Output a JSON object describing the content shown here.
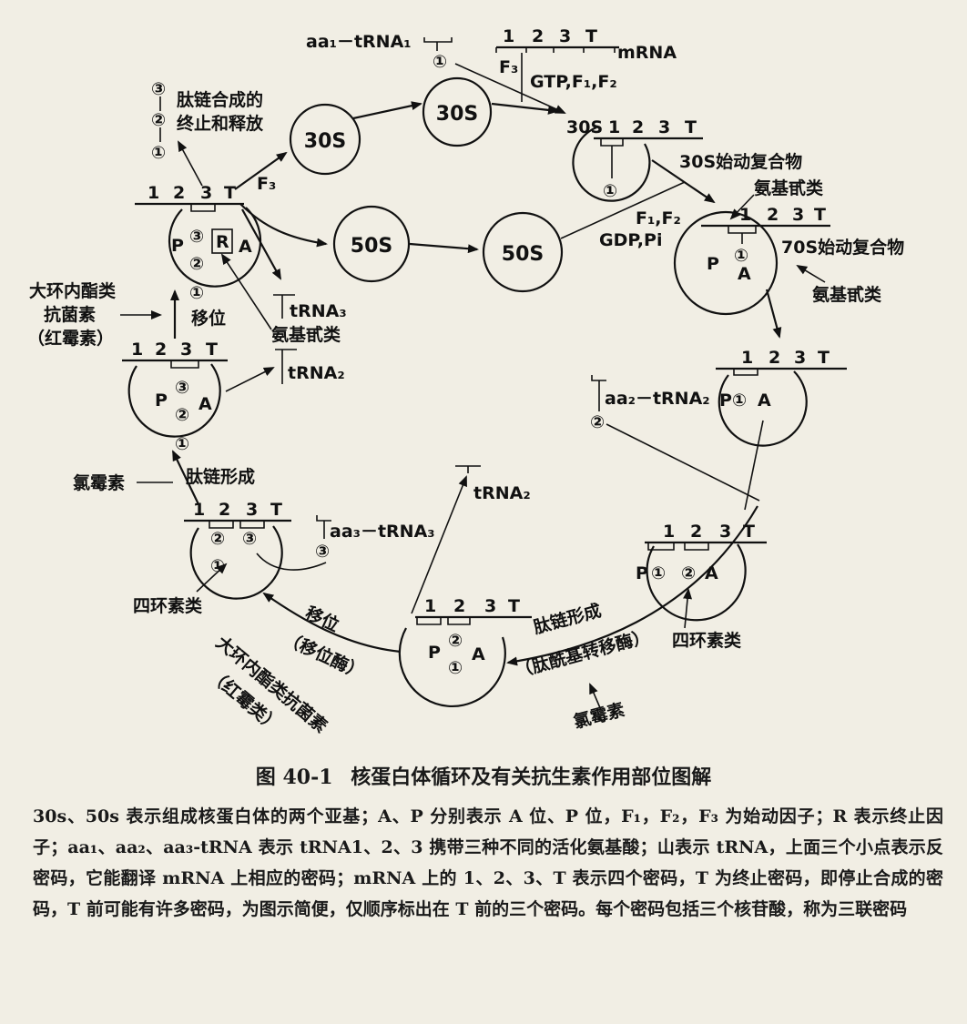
{
  "labels": {
    "aa1_trna1": "aa₁－tRNA₁",
    "codons": [
      "1",
      "2",
      "3",
      "T"
    ],
    "mrna": "mRNA",
    "f3": "F₃",
    "gtp_f1_f2": "GTP,F₁,F₂",
    "s30": "30S",
    "s50": "50S",
    "init_complex_30s": "30S始动复合物",
    "init_complex_70s": "70S始动复合物",
    "aminoglycoside": "氨基甙类",
    "f1_f2": "F₁,F₂",
    "gdp_pi": "GDP,Pi",
    "aa2_trna2": "aa₂－tRNA₂",
    "aa3_trna3": "aa₃－tRNA₃",
    "trna2": "tRNA₂",
    "trna3": "tRNA₃",
    "termination_line1": "肽链合成的",
    "termination_line2": "终止和释放",
    "macrolide_line1": "大环内酯类",
    "macrolide_line2": "抗菌素",
    "macrolide_line3": "（红霉素）",
    "translocation": "移位",
    "translocation_enzyme": "（移位酶）",
    "peptide_formation": "肽链形成",
    "peptidyl_transferase": "（肽酰基转移酶）",
    "chloramphenicol": "氯霉素",
    "tetracycline": "四环素类",
    "macrolide_rot": "大环内酯类抗菌素",
    "erythro_rot": "（红霉类）",
    "site_p": "P",
    "site_a": "A",
    "factor_r": "R",
    "c1": "①",
    "c2": "②",
    "c3": "③"
  },
  "caption": {
    "number": "图 40-1",
    "title": "核蛋白体循环及有关抗生素作用部位图解"
  },
  "description": "30s、50s 表示组成核蛋白体的两个亚基；A、P 分别表示 A 位、P 位，F₁，F₂，F₃ 为始动因子；R 表示终止因子；aa₁、aa₂、aa₃-tRNA 表示 tRNA1、2、3 携带三种不同的活化氨基酸；山表示 tRNA，上面三个小点表示反密码，它能翻译 mRNA 上相应的密码；mRNA 上的 1、2、3、T 表示四个密码，T 为终止密码，即停止合成的密码，T 前可能有许多密码，为图示简便，仅顺序标出在 T 前的三个密码。每个密码包括三个核苷酸，称为三联密码"
}
